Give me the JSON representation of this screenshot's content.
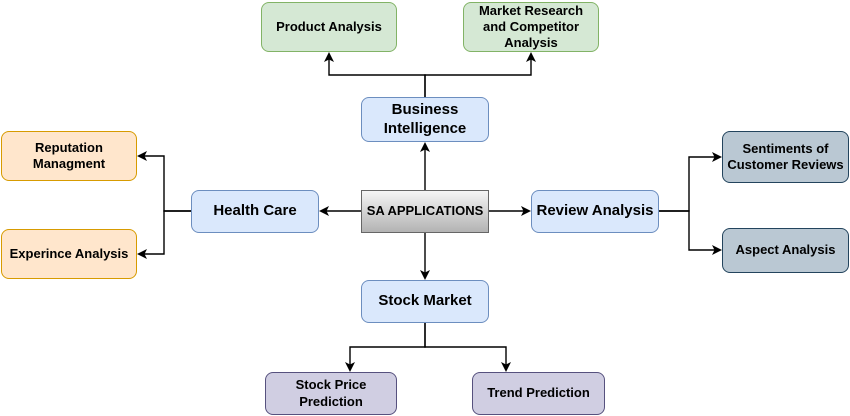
{
  "colors": {
    "hub_fill_top": "#f5f5f5",
    "hub_fill_bottom": "#b3b3b3",
    "hub_stroke": "#666666",
    "blue_fill": "#dae8fc",
    "blue_stroke": "#6c8ebf",
    "green_fill": "#d5e8d4",
    "green_stroke": "#82b366",
    "orange_fill": "#ffe6cc",
    "orange_stroke": "#d79b00",
    "slate_fill": "#bac8d3",
    "slate_stroke": "#23445d",
    "purple_fill": "#d0cee2",
    "purple_stroke": "#56517e",
    "connector": "#000000"
  },
  "diagram": {
    "center": {
      "label": "SA APPLICATIONS"
    },
    "branches": {
      "business_intelligence": {
        "label": "Business Intelligence",
        "children": [
          {
            "label": "Product Analysis"
          },
          {
            "label": "Market Research and Competitor Analysis"
          }
        ]
      },
      "health_care": {
        "label": "Health Care",
        "children": [
          {
            "label": "Reputation Managment"
          },
          {
            "label": "Experince Analysis"
          }
        ]
      },
      "review_analysis": {
        "label": "Review Analysis",
        "children": [
          {
            "label": "Sentiments of Customer Reviews"
          },
          {
            "label": "Aspect Analysis"
          }
        ]
      },
      "stock_market": {
        "label": "Stock Market",
        "children": [
          {
            "label": "Stock Price Prediction"
          },
          {
            "label": "Trend Prediction"
          }
        ]
      }
    }
  }
}
